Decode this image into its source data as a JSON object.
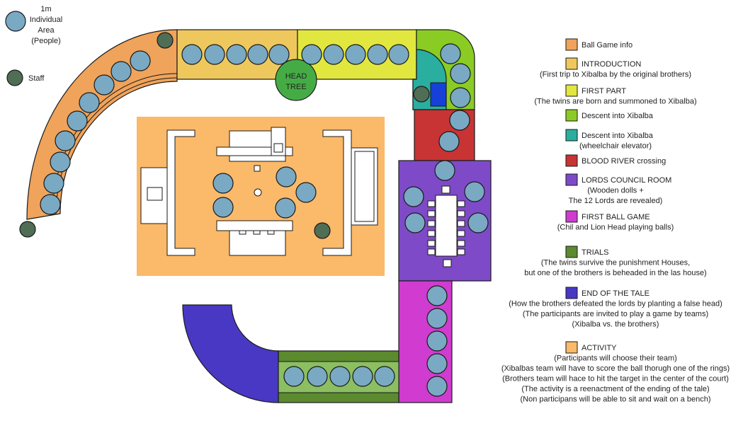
{
  "key_left": {
    "person_label": [
      "1m",
      "Individual",
      "Area",
      "(People)"
    ],
    "staff_label": "Staff"
  },
  "tree_label": [
    "HEAD",
    "TREE"
  ],
  "colors": {
    "person": "#7aa9c3",
    "staff": "#4f6e55",
    "tree": "#45ac45",
    "ball_game_info": "#f0a35a",
    "introduction": "#efc85d",
    "first_part": "#e2e73f",
    "descent": "#8acc24",
    "descent_elevator": "#2aaea0",
    "blood_river": "#c83434",
    "lords_council": "#7e4ac8",
    "first_ball_game": "#cf3ccf",
    "trials": "#5b8a2f",
    "end_of_tale": "#4838c4",
    "activity": "#fbb96a",
    "elevator_door": "#1640d8"
  },
  "legend": [
    {
      "key": "ball_game_info",
      "lines": [
        "Ball Game info"
      ]
    },
    {
      "key": "introduction",
      "lines": [
        "INTRODUCTION",
        "(First trip to Xibalba by the original brothers)"
      ]
    },
    {
      "key": "first_part",
      "lines": [
        "FIRST PART",
        "(The twins are born and summoned to Xibalba)"
      ]
    },
    {
      "key": "descent",
      "lines": [
        "Descent into Xibalba"
      ]
    },
    {
      "key": "descent_elevator",
      "lines": [
        "Descent into Xibalba",
        "(wheelchair elevator)"
      ]
    },
    {
      "key": "blood_river",
      "lines": [
        "BLOOD RIVER crossing"
      ]
    },
    {
      "key": "lords_council",
      "lines": [
        "LORDS COUNCIL ROOM",
        "(Wooden dolls +",
        "The 12 Lords are revealed)"
      ]
    },
    {
      "key": "first_ball_game",
      "lines": [
        "FIRST BALL GAME",
        "(Chil and Lion Head playing balls)"
      ]
    },
    {
      "key": "trials",
      "lines": [
        "TRIALS",
        "(The twins survive the punishment Houses,",
        "but one of the brothers is beheaded in the las house)"
      ]
    },
    {
      "key": "end_of_tale",
      "lines": [
        "END OF THE TALE",
        "(How the brothers defeated the lords by planting a false head)",
        "(The participants are invited to play a game by teams)",
        "(Xibalba vs. the brothers)"
      ]
    },
    {
      "key": "activity",
      "lines": [
        "ACTIVITY",
        "(Participants will choose their team)",
        "(Xibalbas team will have to score the ball thorugh one of the rings)",
        "(Brothers team will hace to hit the target in the center of the court)",
        "(The activity is a reenactment of the ending of the tale)",
        "(Non participans will be able to sit and wait on a bench)"
      ]
    }
  ]
}
